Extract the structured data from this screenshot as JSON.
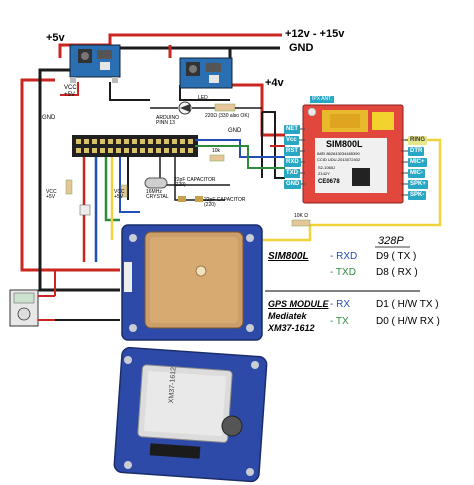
{
  "rails": {
    "supply": "+12v - +15v",
    "gnd": "GND",
    "plus5": "+5v",
    "plus4": "+4v"
  },
  "converter_labels": {
    "vcc": "VCC",
    "v5": "+5V"
  },
  "arduino": {
    "gnd_top": "GND",
    "gnd_left": "GND",
    "chip": "ARDUINO\nPINN 13"
  },
  "led": {
    "label": "LED",
    "resistor": "220Ω (330 also OK)"
  },
  "resistors": {
    "ten_k": "10k",
    "ten_k_right": "10K Ω"
  },
  "caps": {
    "c1": "22pF CAPACITOR\n(220)",
    "c2": "22pF CAPACITOR\n(220)",
    "crystal": "16MHz\nCRYSTAL"
  },
  "usb": {
    "vcc": "VCC\n+5V",
    "vcc2": "VCC\n+5V"
  },
  "sim_pins_left": [
    "NET",
    "Vcc",
    "RST",
    "RXD",
    "TXD",
    "GND"
  ],
  "sim_pins_right": [
    "RING",
    "DTR",
    "MIC+",
    "MIC-",
    "SPK+",
    "SPK-"
  ],
  "sim_module": {
    "top_label": "IPX ANT.",
    "name": "SIM800L",
    "imei": "IMEI 862643034465390",
    "ccid": "CCID UDU-2013072402",
    "s2": "S2-1065J",
    "z": "Z142Y",
    "ce": "CE0678"
  },
  "table": {
    "header_col": "328P",
    "sim_title": "SIM800L",
    "sim_rows": [
      {
        "pin": "- RXD",
        "arduino": "D9  ( TX )"
      },
      {
        "pin": "- TXD",
        "arduino": "D8  ( RX )"
      }
    ],
    "gps_title": "GPS MODULE",
    "gps_sub1": "Mediatek",
    "gps_sub2": "XM37-1612",
    "gps_rows": [
      {
        "pin": "- RX",
        "arduino": "D1  ( H/W TX )"
      },
      {
        "pin": "- TX",
        "arduino": "D0  ( H/W RX )"
      }
    ]
  },
  "gps_board": {
    "chip": "XM37-1612"
  },
  "colors": {
    "red": "#c8261f",
    "dark": "#1b1b1b",
    "blue_wire": "#1f4fb7",
    "yellow": "#f0d23a",
    "green": "#2e8b3e",
    "module_red": "#e2473e",
    "pin_tag": "#28a7c4",
    "board_blue": "#2d4aa8"
  }
}
